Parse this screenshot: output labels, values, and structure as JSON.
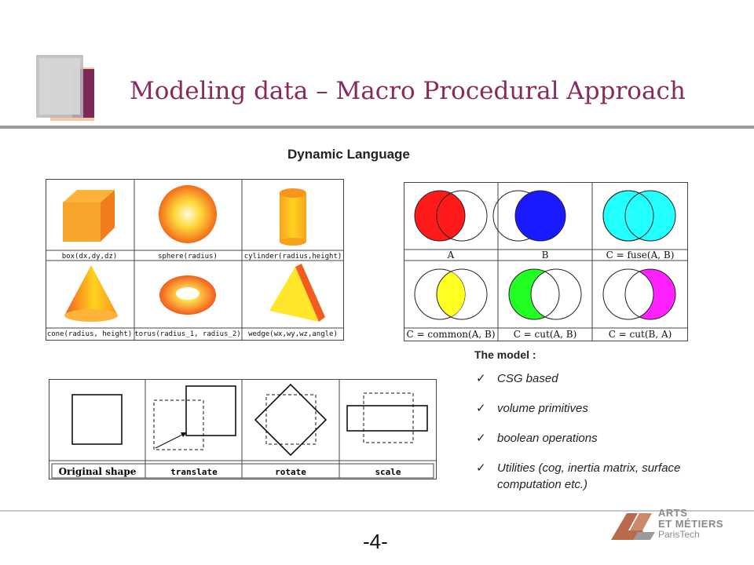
{
  "slide": {
    "title": "Modeling data – Macro Procedural Approach",
    "subtitle": "Dynamic Language",
    "page_number": "-4-"
  },
  "primitives": {
    "labels": [
      "box(dx,dy,dz)",
      "sphere(radius)",
      "cylinder(radius,height)",
      "cone(radius, height)",
      "torus(radius_1, radius_2)",
      "wedge(wx,wy,wz,angle)"
    ],
    "colors": {
      "orange": "#f7941d",
      "yellow": "#ffd21f",
      "red_orange": "#f25c1f"
    }
  },
  "booleans": {
    "labels": [
      "A",
      "B",
      "C = fuse(A, B)",
      "C = common(A, B)",
      "C = cut(A, B)",
      "C = cut(B, A)"
    ],
    "colors": {
      "red": "#ff1a1a",
      "blue": "#1a1aff",
      "cyan": "#22ffff",
      "yellow": "#ffff22",
      "green": "#22ff22",
      "magenta": "#ff22ff"
    }
  },
  "transforms": {
    "labels": [
      "Original shape",
      "translate",
      "rotate",
      "scale"
    ]
  },
  "model": {
    "heading": "The model :",
    "items": [
      "CSG based",
      "volume primitives",
      "boolean operations",
      "Utilities (cog, inertia matrix, surface computation etc.)"
    ],
    "check_glyph": "✓"
  },
  "logo": {
    "line1": "ARTS",
    "line2": "ET MÉTIERS",
    "line3": "ParisTech",
    "color": "#8a8a8a"
  },
  "theme": {
    "title_color": "#8a2a5c",
    "rule_color": "#9a9a9a"
  }
}
